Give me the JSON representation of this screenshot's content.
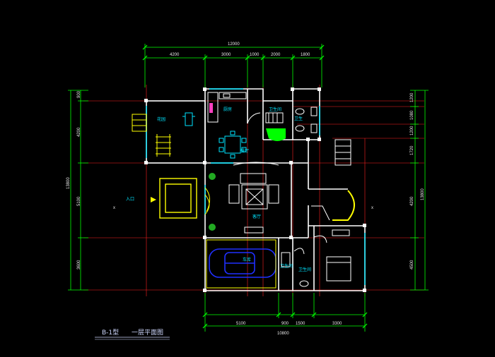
{
  "colors": {
    "background": "#000000",
    "wall": "#ffffff",
    "dim_line": "#00ff00",
    "axis_line": "#ff2020",
    "room_label": "#00e5ff",
    "furniture": "#ffff00",
    "car": "#2030ff"
  },
  "dimensions": {
    "top_total": "12000",
    "top_segments": [
      "4200",
      "3000",
      "1000",
      "2000",
      "1800"
    ],
    "bottom_total": "10800",
    "bottom_segments": [
      "5100",
      "900",
      "1500",
      "3300"
    ],
    "left_total": "13800",
    "left_segments": [
      "900",
      "4200",
      "5100",
      "3600"
    ],
    "right_total": "13800",
    "right_segments": [
      "1200",
      "1080",
      "1200",
      "1720",
      "4200",
      "4500"
    ]
  },
  "rooms": {
    "kitchen": "厨房",
    "bath_top": "卫生间",
    "wc_top": "卫生",
    "garden": "花园",
    "dining": "餐厅",
    "entrance": "入口",
    "living": "客厅",
    "garage": "车库",
    "bath_bottom": "卫生间",
    "bath_bottom2": "卫生间"
  },
  "axis_marks": [
    "x",
    "x"
  ],
  "title": {
    "plan_code": "B-1型",
    "plan_name": "一层平面图"
  }
}
